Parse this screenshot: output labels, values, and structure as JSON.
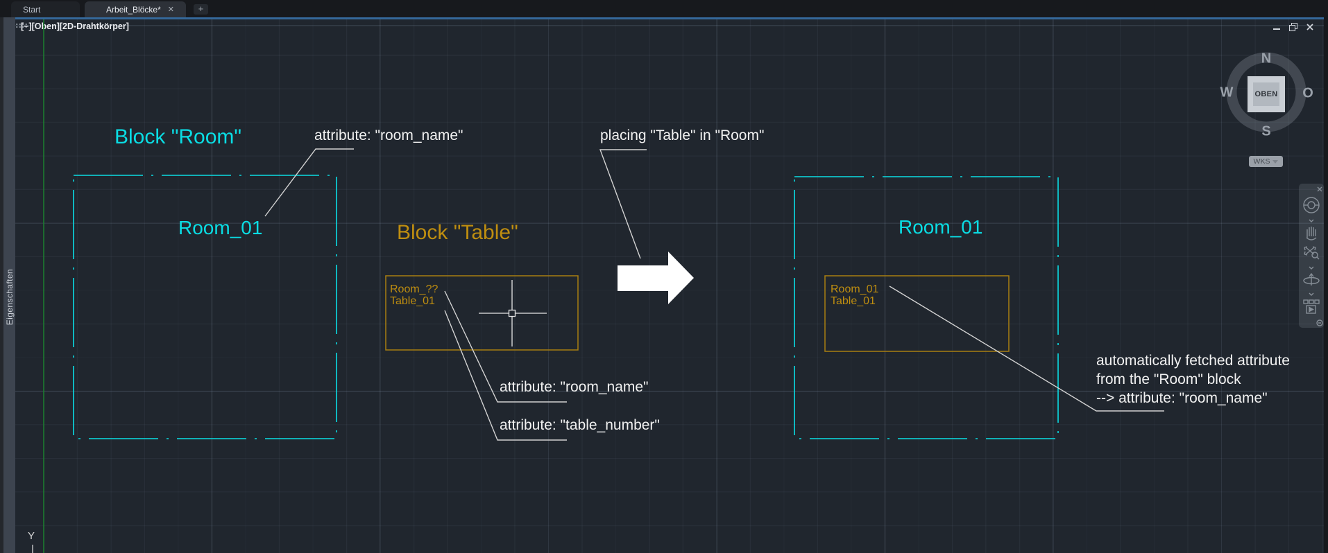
{
  "tabs": {
    "items": [
      {
        "label": "Start",
        "active": false
      },
      {
        "label": "Arbeit_Blöcke*",
        "active": true
      }
    ],
    "close_glyph": "✕",
    "new_tab_glyph": "+"
  },
  "viewport": {
    "label": "[−][Oben][2D-Drahtkörper]"
  },
  "palette": {
    "title": "Eigenschaften"
  },
  "canvas": {
    "room_block": {
      "title": "Block \"Room\"",
      "instance_label": "Room_01"
    },
    "table_block": {
      "title": "Block \"Table\"",
      "attr_room": "Room_??",
      "attr_table": "Table_01"
    },
    "result_block": {
      "room_label": "Room_01",
      "attr_room": "Room_01",
      "attr_table": "Table_01"
    },
    "annotations": {
      "attr_room_name_top": "attribute: \"room_name\"",
      "placing": "placing \"Table\" in \"Room\"",
      "attr_room_name_bottom": "attribute: \"room_name\"",
      "attr_table_number": "attribute: \"table_number\"",
      "fetched_line1": "automatically fetched attribute",
      "fetched_line2": "from the \"Room\" block",
      "fetched_line3": "--> attribute: \"room_name\""
    },
    "axis_label": "Y"
  },
  "viewcube": {
    "north": "N",
    "west": "W",
    "south": "S",
    "east": "O",
    "top_face": "OBEN",
    "wcs": "WKS"
  },
  "colors": {
    "cyan": "#0adde4",
    "orange": "#bf8e10",
    "annotation_white": "#f1f1f1",
    "accent_blue": "#35689a",
    "axis_green": "#1a7f2e",
    "canvas_bg": "#20262e"
  }
}
